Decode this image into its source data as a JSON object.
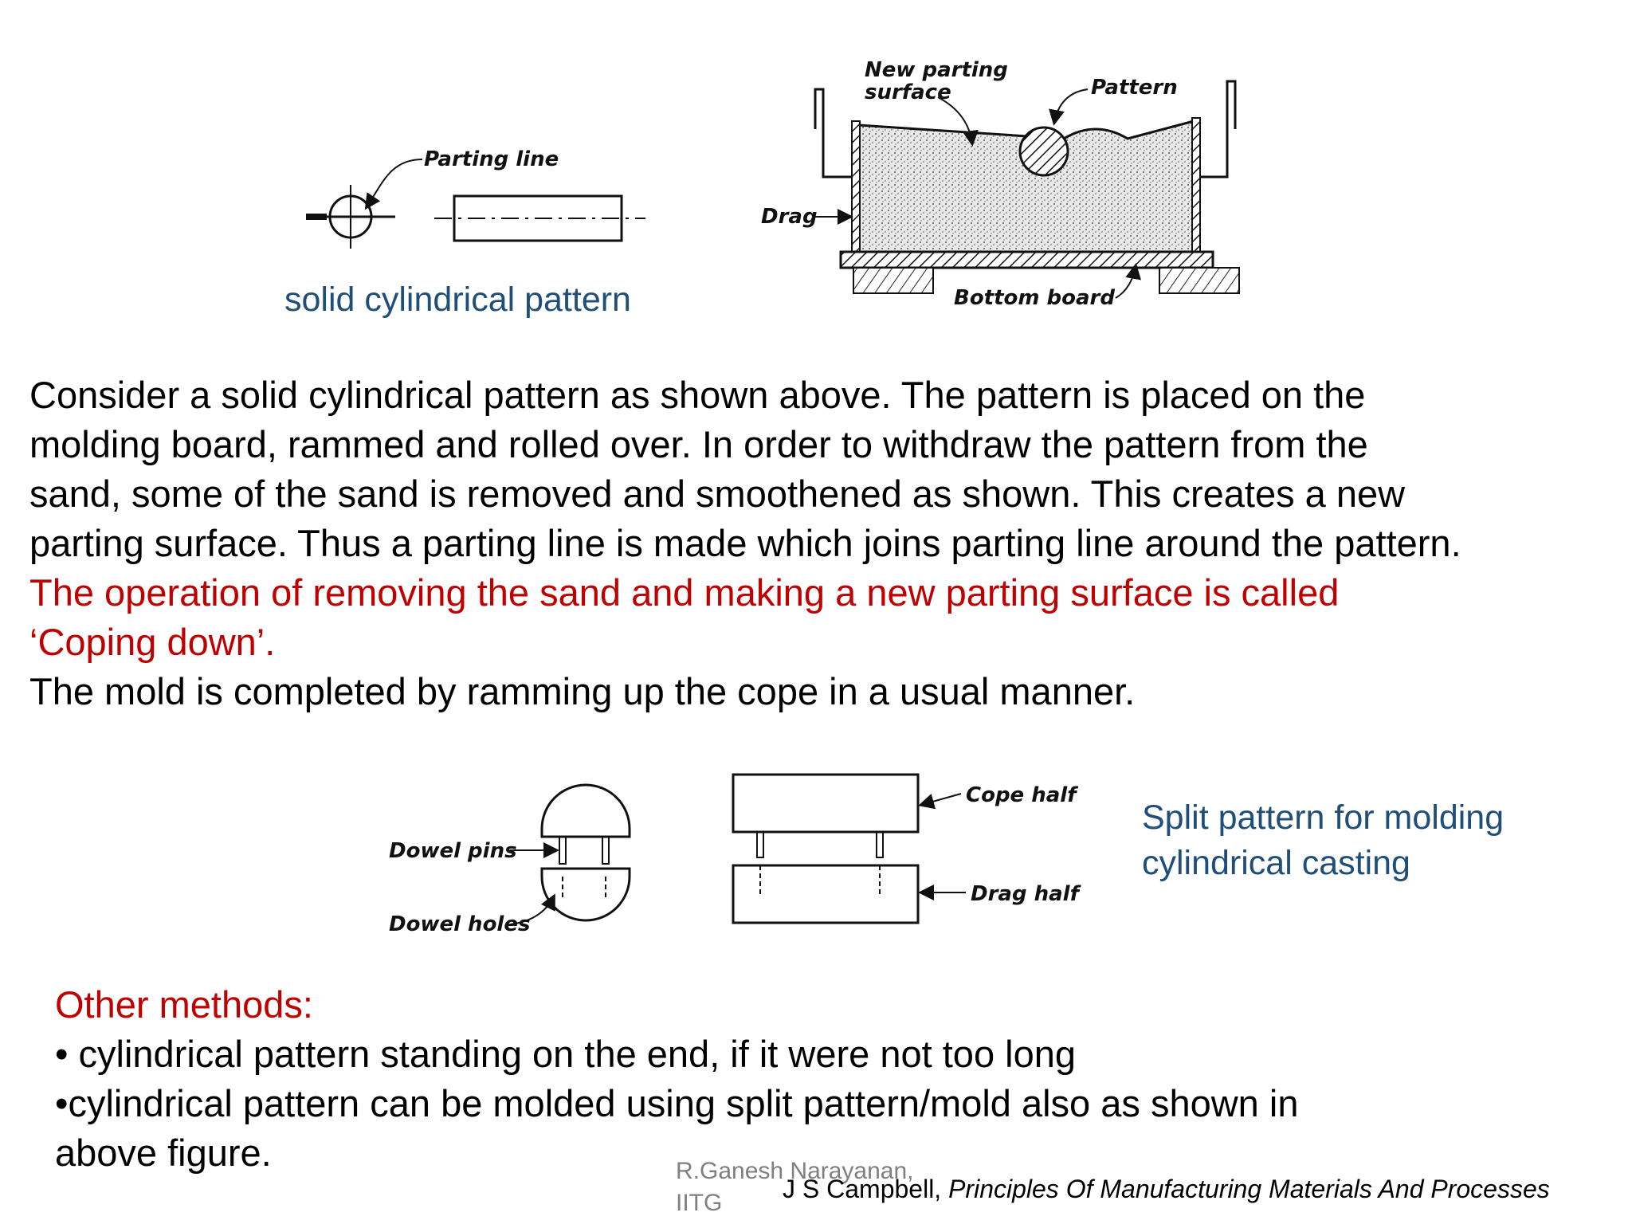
{
  "figures": {
    "solid_pattern": {
      "parting_line_label": "Parting line",
      "caption": "solid cylindrical pattern"
    },
    "coping_mold": {
      "new_parting_surface_label_1": "New parting",
      "new_parting_surface_label_2": "surface",
      "pattern_label": "Pattern",
      "drag_label": "Drag",
      "bottom_board_label": "Bottom board"
    },
    "split_pattern": {
      "dowel_pins_label": "Dowel pins",
      "dowel_holes_label": "Dowel holes",
      "cope_half_label": "Cope half",
      "drag_half_label": "Drag half",
      "caption_line_1": "Split pattern for molding",
      "caption_line_2": "cylindrical casting"
    }
  },
  "body": {
    "line_1": "Consider a solid cylindrical pattern as shown above. The pattern is placed on the",
    "line_2": "molding board, rammed and rolled over. In order to withdraw the pattern from the",
    "line_3": "sand, some of the sand is removed and smoothened as shown. This creates a new",
    "line_4": "parting surface. Thus a parting line is made which joins parting line around the pattern.",
    "highlight_line_1": "The operation of removing the sand and making a new parting surface is called",
    "highlight_line_2": "‘Coping down’.",
    "line_5": "The mold is completed by ramming up the cope in a usual manner."
  },
  "other_methods": {
    "heading": "Other methods:",
    "item_1": "• cylindrical pattern standing on the end, if it were not too long",
    "item_2_line_1": "•cylindrical pattern can be molded using split pattern/mold also as shown in",
    "item_2_line_2": "above figure."
  },
  "footer": {
    "author_line_1": "R.Ganesh Narayanan,",
    "author_line_2": "IITG",
    "reference_author": "J S Campbell, ",
    "reference_title": "Principles Of Manufacturing Materials And Processes"
  },
  "colors": {
    "caption_blue": "#1f4e79",
    "highlight_red": "#c00000",
    "footer_gray": "#7f7f7f"
  }
}
